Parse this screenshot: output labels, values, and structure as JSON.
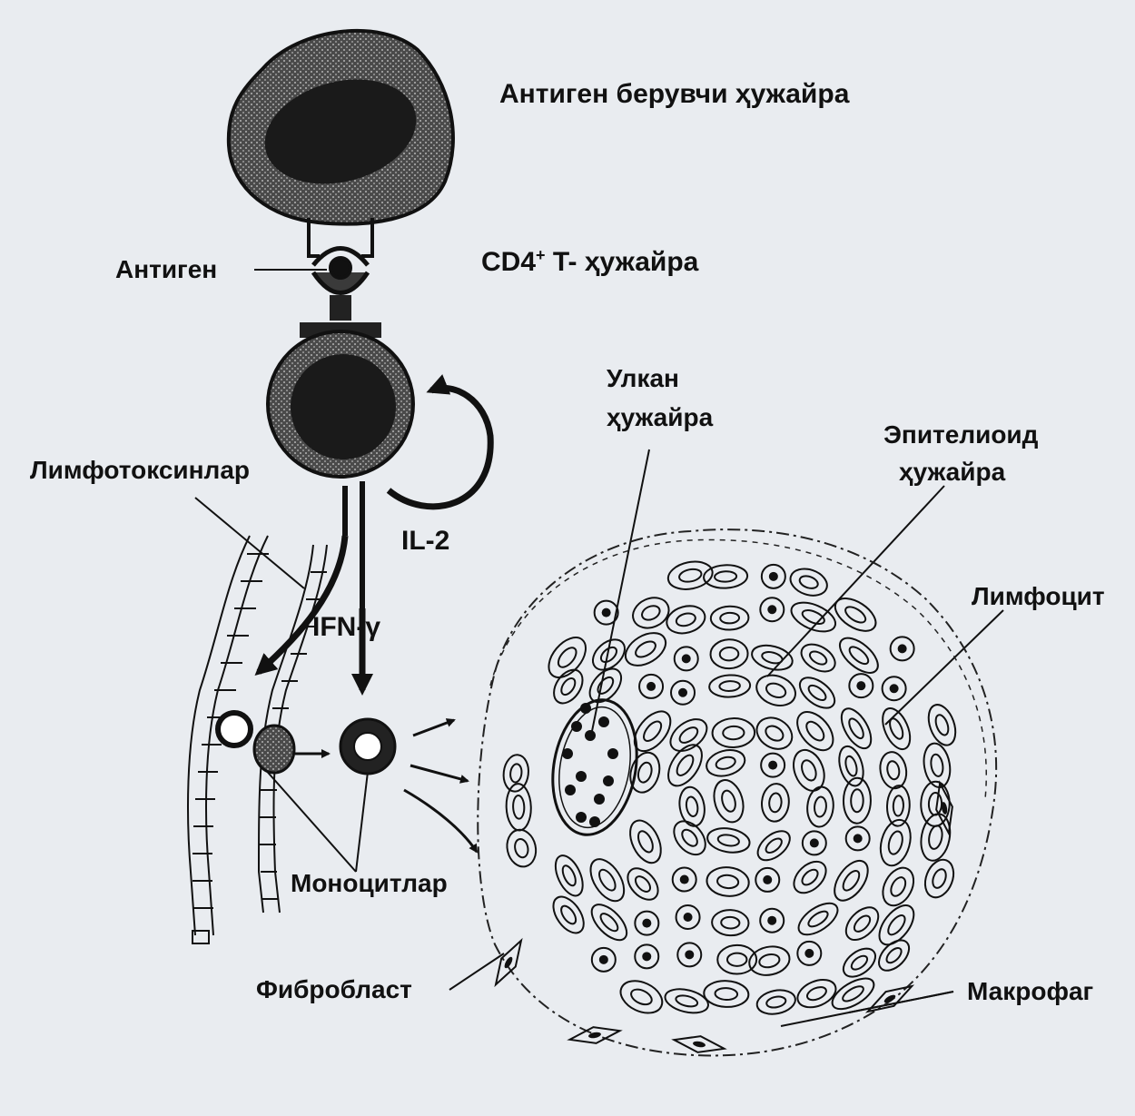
{
  "labels": {
    "antigen_presenting_cell": "Антиген берувчи ҳужайра",
    "antigen": "Антиген",
    "cd4_t_cell_prefix": "CD4",
    "cd4_t_cell_sup": "+",
    "cd4_t_cell_suffix": " T- ҳужайра",
    "lymphotoxins": "Лимфотоксинлар",
    "il2": "IL-2",
    "ifn_gamma": "IFN-γ",
    "giant_cell_line1": "Улкан",
    "giant_cell_line2": "ҳужайра",
    "epithelioid_line1": "Эпителиоид",
    "epithelioid_line2": "ҳужайра",
    "lymphocyte": "Лимфоцит",
    "monocytes": "Моноцитлар",
    "fibroblast": "Фибробласт",
    "macrophage": "Макрофаг"
  },
  "colors": {
    "ink": "#111111",
    "cell_fill": "#2a2a2a",
    "cell_body": "#555555",
    "paper": "#e9ecf0"
  }
}
